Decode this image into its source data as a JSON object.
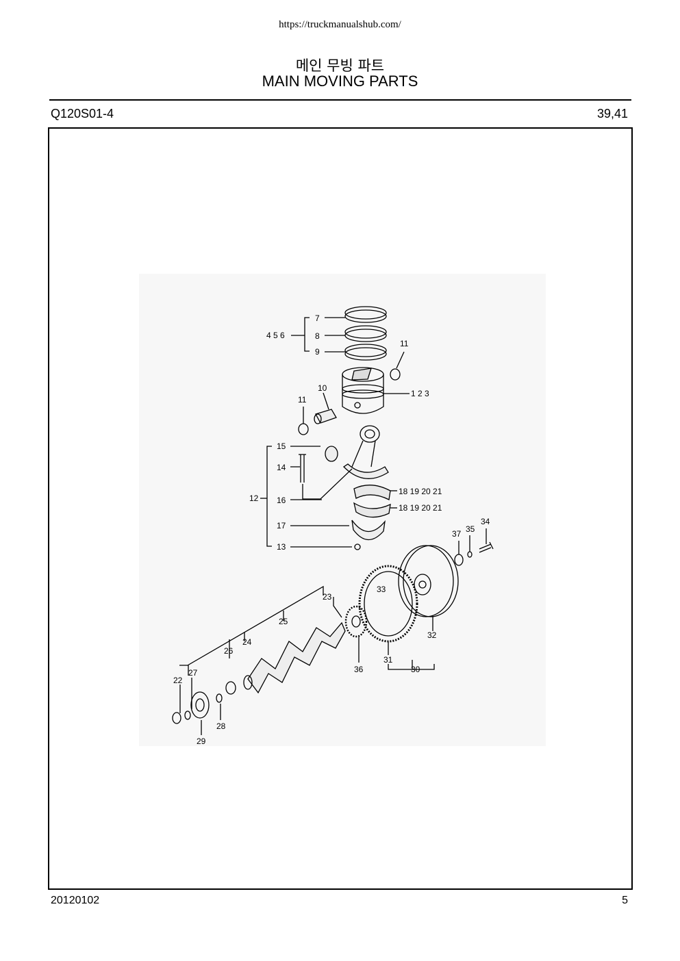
{
  "header": {
    "url": "https://truckmanualshub.com/",
    "title_ko": "메인 무빙 파트",
    "title_en": "MAIN MOVING PARTS",
    "part_code": "Q120S01-4",
    "page_ref": "39,41"
  },
  "diagram": {
    "callouts": {
      "c7": "7",
      "c8": "8",
      "c9": "9",
      "c456": "4 5 6",
      "c11a": "11",
      "c11b": "11",
      "c10": "10",
      "c123": "1 2 3",
      "c15": "15",
      "c14": "14",
      "c12": "12",
      "c16": "16",
      "c17": "17",
      "c13": "13",
      "c18a": "18 19 20 21",
      "c18b": "18 19 20 21",
      "c34": "34",
      "c35": "35",
      "c37": "37",
      "c33": "33",
      "c32": "32",
      "c31": "31",
      "c30": "30",
      "c36": "36",
      "c23": "23",
      "c25": "25",
      "c24": "24",
      "c26": "26",
      "c27": "27",
      "c22": "22",
      "c28": "28",
      "c29": "29"
    }
  },
  "footer": {
    "date": "20120102",
    "page": "5"
  }
}
